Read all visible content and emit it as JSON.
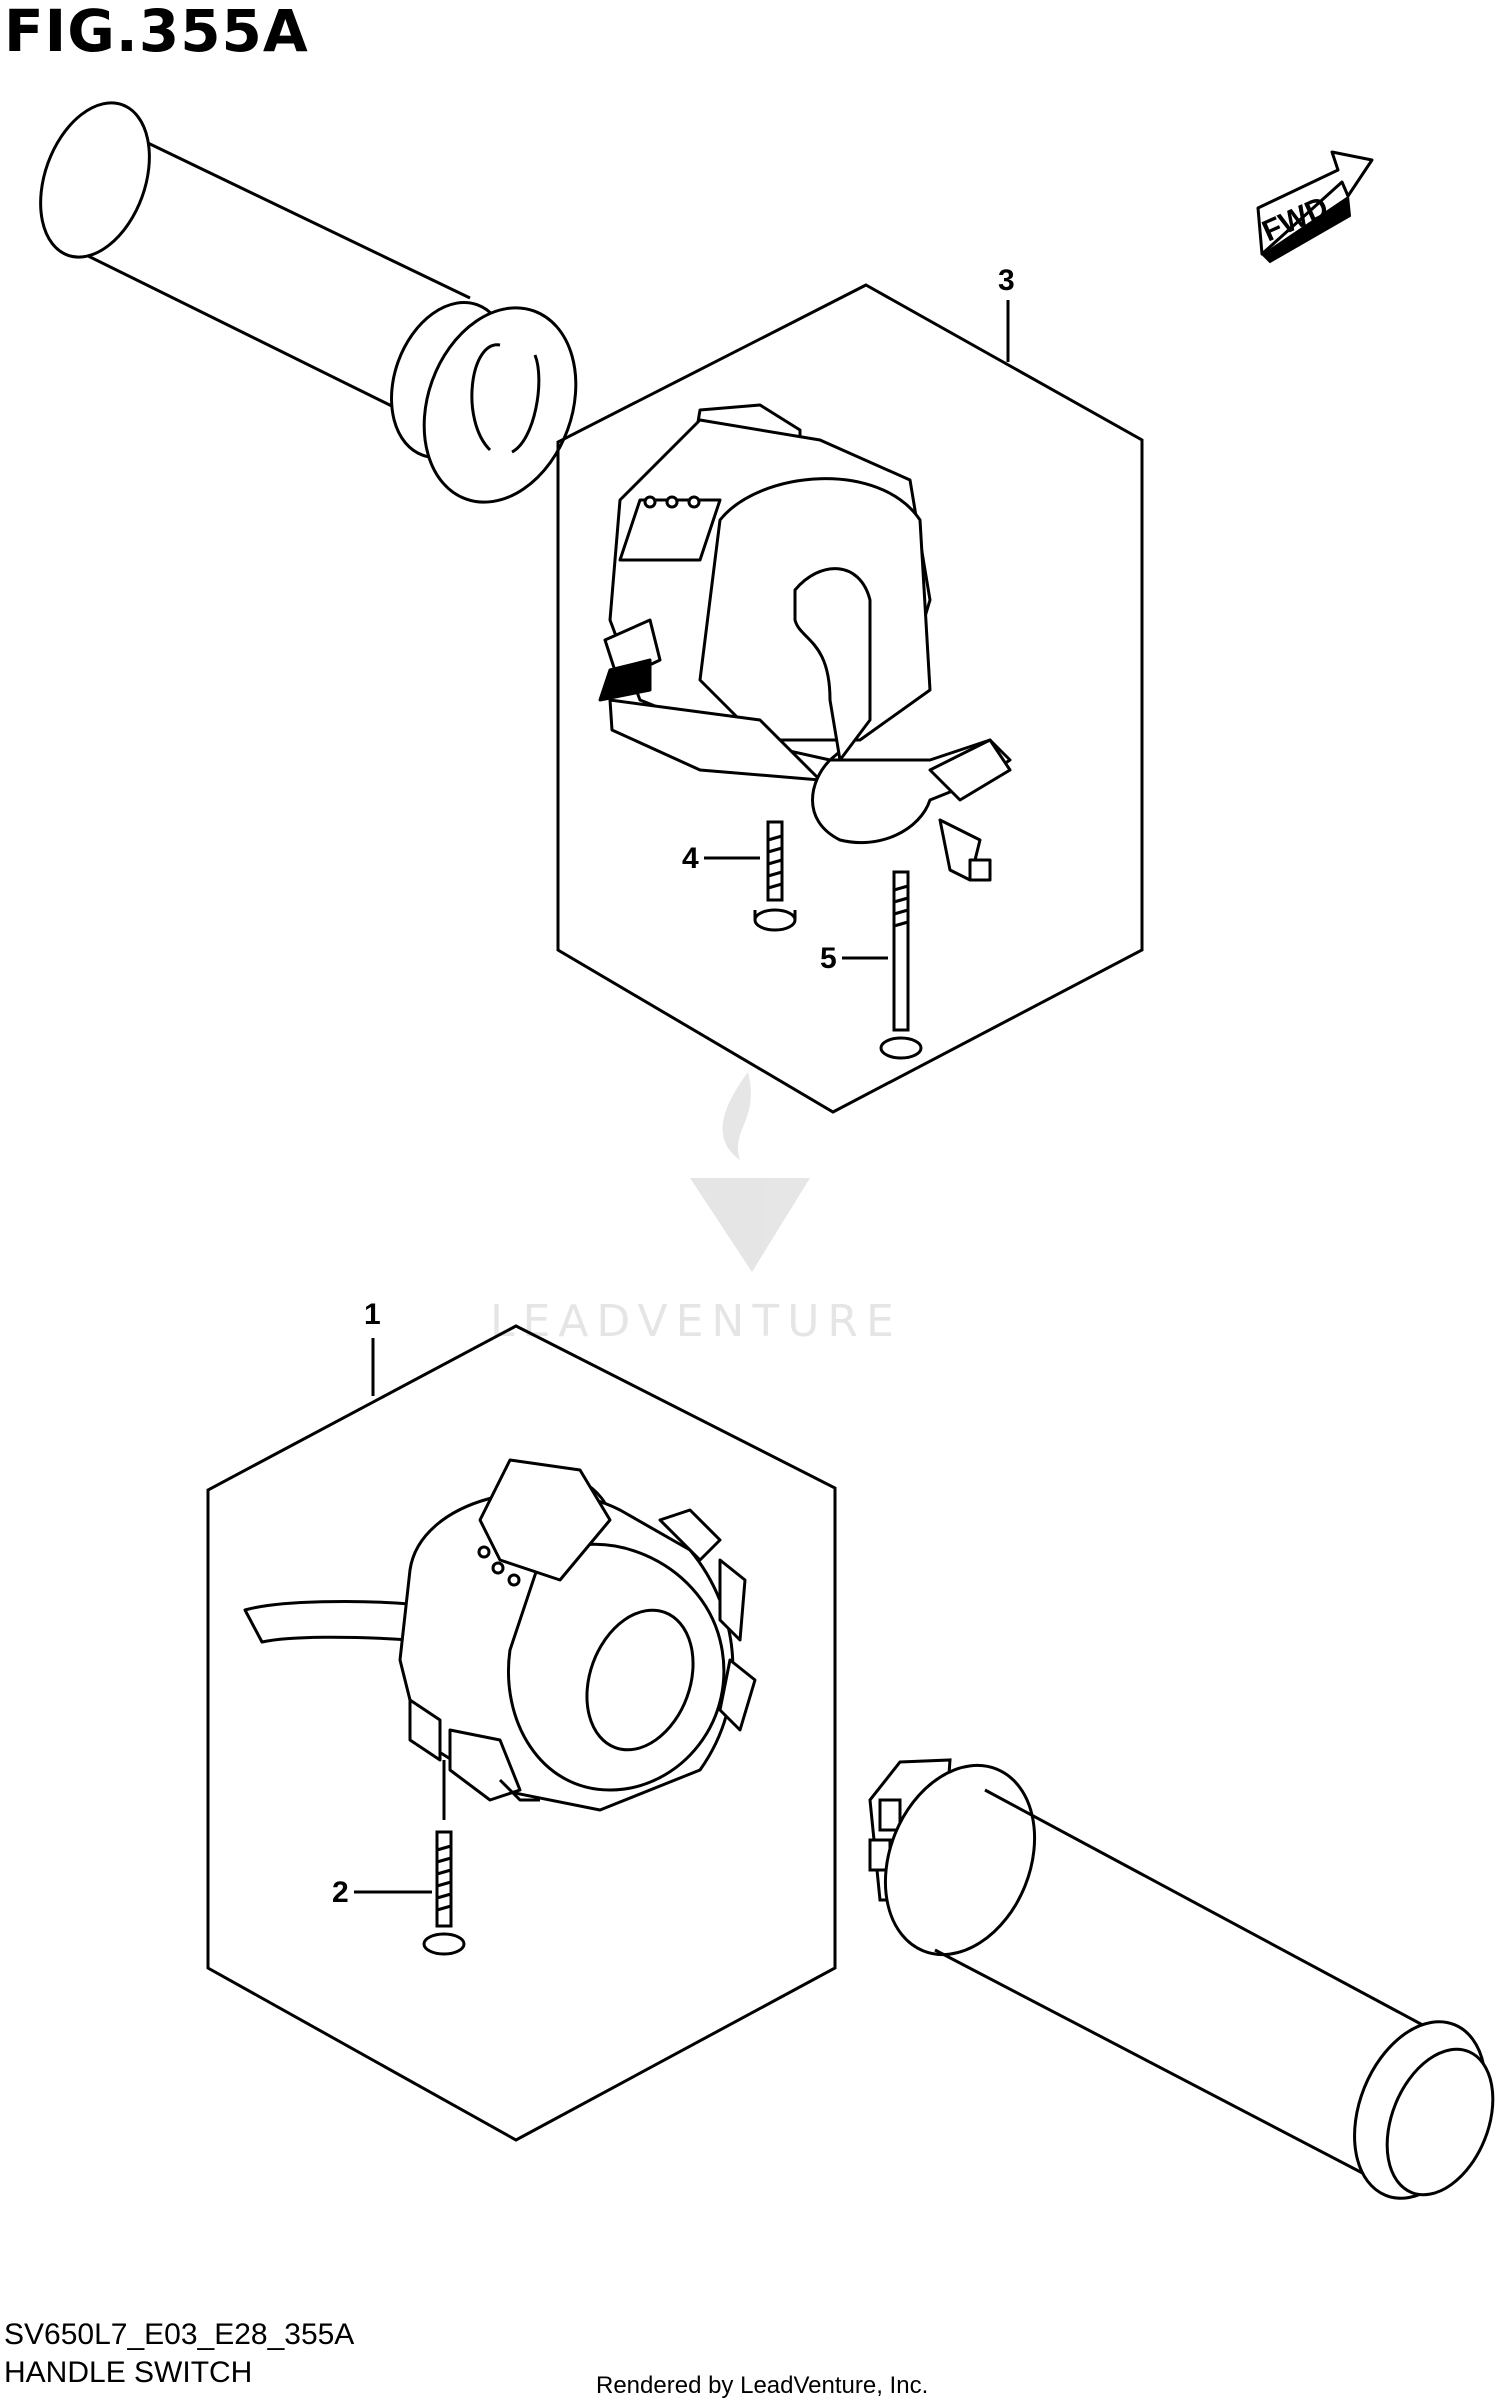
{
  "figure": {
    "title": "FIG.355A"
  },
  "fwd_label": "FWD",
  "callouts": [
    {
      "id": "1",
      "part": "switch-assy-right"
    },
    {
      "id": "2",
      "part": "screw-right"
    },
    {
      "id": "3",
      "part": "switch-assy-left"
    },
    {
      "id": "4",
      "part": "screw-left-short"
    },
    {
      "id": "5",
      "part": "screw-left-long"
    }
  ],
  "watermark": {
    "text": "LEADVENTURE"
  },
  "footer": {
    "code": "SV650L7_E03_E28_355A",
    "description": "HANDLE SWITCH",
    "rendered_by": "Rendered by LeadVenture, Inc."
  }
}
